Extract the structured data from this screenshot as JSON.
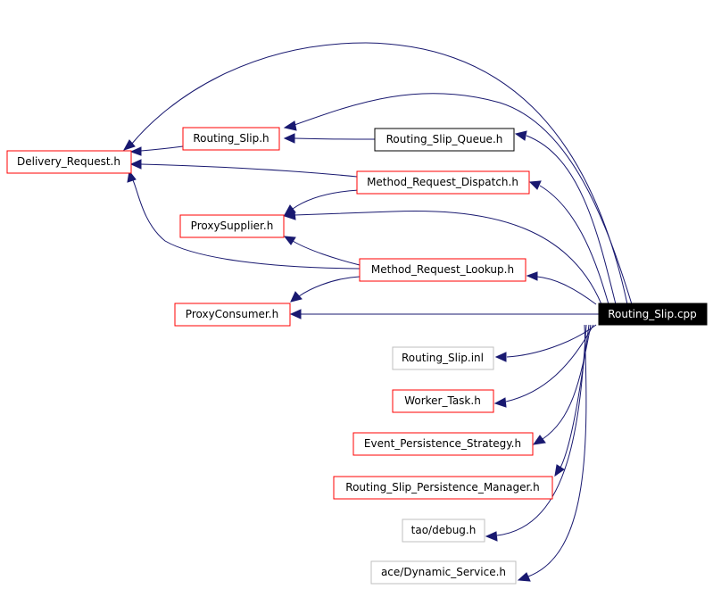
{
  "graph": {
    "title": "",
    "border_colors": {
      "red": "#ff0000",
      "black": "#000000",
      "gray": "#bfbfbf"
    },
    "edge_color": "#191970",
    "nodes": {
      "delivery_request": {
        "label": "Delivery_Request.h",
        "style": "red"
      },
      "routing_slip_h": {
        "label": "Routing_Slip.h",
        "style": "red"
      },
      "routing_slip_queue": {
        "label": "Routing_Slip_Queue.h",
        "style": "black"
      },
      "method_request_dispatch": {
        "label": "Method_Request_Dispatch.h",
        "style": "red"
      },
      "proxy_supplier": {
        "label": "ProxySupplier.h",
        "style": "red"
      },
      "method_request_lookup": {
        "label": "Method_Request_Lookup.h",
        "style": "red"
      },
      "proxy_consumer": {
        "label": "ProxyConsumer.h",
        "style": "red"
      },
      "routing_slip_cpp": {
        "label": "Routing_Slip.cpp",
        "style": "selected"
      },
      "routing_slip_inl": {
        "label": "Routing_Slip.inl",
        "style": "gray"
      },
      "worker_task": {
        "label": "Worker_Task.h",
        "style": "red"
      },
      "event_persistence_strategy": {
        "label": "Event_Persistence_Strategy.h",
        "style": "red"
      },
      "routing_slip_persistence_manager": {
        "label": "Routing_Slip_Persistence_Manager.h",
        "style": "red"
      },
      "tao_debug": {
        "label": "tao/debug.h",
        "style": "gray"
      },
      "ace_dynamic_service": {
        "label": "ace/Dynamic_Service.h",
        "style": "gray"
      }
    },
    "edges": [
      {
        "from": "routing_slip_cpp",
        "to": "routing_slip_h"
      },
      {
        "from": "routing_slip_cpp",
        "to": "delivery_request"
      },
      {
        "from": "routing_slip_cpp",
        "to": "routing_slip_queue"
      },
      {
        "from": "routing_slip_cpp",
        "to": "method_request_dispatch"
      },
      {
        "from": "routing_slip_cpp",
        "to": "proxy_supplier"
      },
      {
        "from": "routing_slip_cpp",
        "to": "method_request_lookup"
      },
      {
        "from": "routing_slip_cpp",
        "to": "proxy_consumer"
      },
      {
        "from": "routing_slip_cpp",
        "to": "routing_slip_inl"
      },
      {
        "from": "routing_slip_cpp",
        "to": "worker_task"
      },
      {
        "from": "routing_slip_cpp",
        "to": "event_persistence_strategy"
      },
      {
        "from": "routing_slip_cpp",
        "to": "routing_slip_persistence_manager"
      },
      {
        "from": "routing_slip_cpp",
        "to": "tao_debug"
      },
      {
        "from": "routing_slip_cpp",
        "to": "ace_dynamic_service"
      },
      {
        "from": "routing_slip_h",
        "to": "delivery_request"
      },
      {
        "from": "routing_slip_queue",
        "to": "routing_slip_h"
      },
      {
        "from": "method_request_dispatch",
        "to": "delivery_request"
      },
      {
        "from": "method_request_dispatch",
        "to": "proxy_supplier"
      },
      {
        "from": "method_request_lookup",
        "to": "delivery_request"
      },
      {
        "from": "method_request_lookup",
        "to": "proxy_supplier"
      },
      {
        "from": "method_request_lookup",
        "to": "proxy_consumer"
      }
    ]
  }
}
